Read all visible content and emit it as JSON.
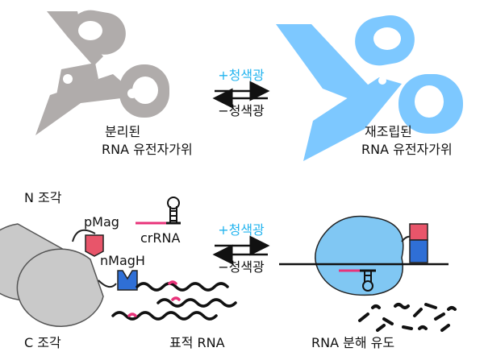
{
  "colors": {
    "gray": "#b0acab",
    "blue": "#7dc8ff",
    "cyan": "#23b4ef",
    "magenta": "#e8337a",
    "pmag_red": "#e8556a",
    "nmagh_blue": "#2f6fd6",
    "cas_blue": "#80c7f3",
    "chunk_gray": "#cfcfcf",
    "black": "#111111"
  },
  "top": {
    "arrow_plus": "+청색광",
    "arrow_minus": "−청색광",
    "left_caption_line1": "분리된",
    "left_caption_line2": "RNA 유전자가위",
    "right_caption_line1": "재조립된",
    "right_caption_line2": "RNA 유전자가위"
  },
  "bottom": {
    "n_piece": "N 조각",
    "c_piece": "C 조각",
    "pmag": "pMag",
    "nmagh": "nMagH",
    "crrna": "crRNA",
    "arrow_plus": "+청색광",
    "arrow_minus": "−청색광",
    "target_rna": "표적 RNA",
    "degradation": "RNA 분해 유도"
  },
  "icons": {
    "scissors_split": "scissors-split-icon",
    "scissors_assembled": "scissors-assembled-icon"
  }
}
